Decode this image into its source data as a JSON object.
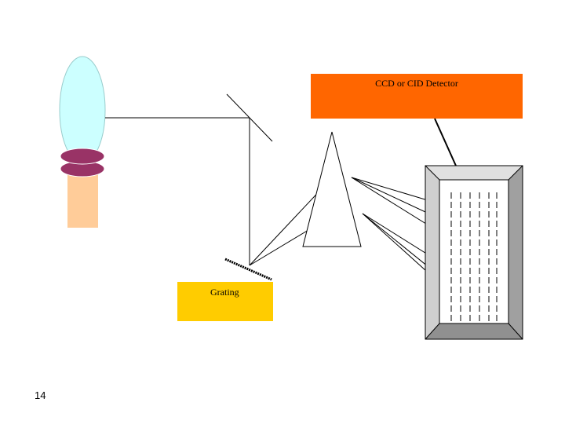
{
  "labels": {
    "detector": "CCD or CID Detector",
    "grating": "Grating"
  },
  "page_number": "14",
  "colors": {
    "flame": "#ccffff",
    "burner_disc": "#993366",
    "burner_base": "#ffcc99",
    "detector_box": "#ff6600",
    "grating_box": "#ffcc00",
    "detector_frame": "#c0c0c0",
    "detector_bevel_light": "#e0e0e0",
    "detector_bevel_dark": "#808080"
  }
}
